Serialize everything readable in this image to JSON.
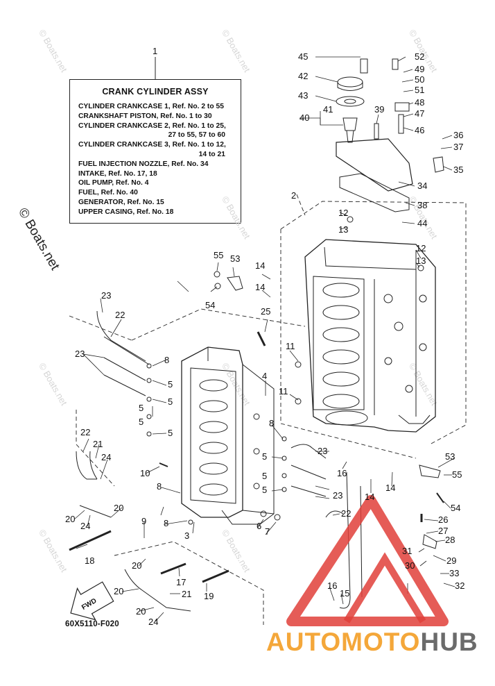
{
  "legend": {
    "callout": "1",
    "title": "CRANK CYLINDER ASSY",
    "lines": [
      "CYLINDER CRANKCASE 1,  Ref. No. 2 to 55",
      "CRANKSHAFT PISTON,  Ref. No. 1 to 30",
      "CYLINDER CRANKCASE 2,  Ref. No. 1 to 25,",
      "27 to 55, 57 to 60",
      "CYLINDER CRANKCASE 3,  Ref. No. 1 to 12,",
      "14 to 21",
      "FUEL INJECTION NOZZLE,  Ref. No. 34",
      "INTAKE,  Ref. No. 17, 18",
      "OIL PUMP,  Ref. No. 4",
      "FUEL,  Ref. No. 40",
      "GENERATOR,  Ref. No. 15",
      "UPPER CASING,  Ref. No. 18"
    ]
  },
  "drawing_code": "60X5110-F020",
  "fwd_label": "FWD",
  "watermark_text": "© Boats.net",
  "brand": {
    "part1": "AUTOMOTO",
    "part2": "HUB",
    "color1": "#f4a73a",
    "color2": "#6b6b6b",
    "logo_color": "#e0403a"
  },
  "callouts": [
    "1",
    "2",
    "3",
    "4",
    "5",
    "5",
    "5",
    "5",
    "5",
    "5",
    "5",
    "5",
    "6",
    "7",
    "8",
    "8",
    "8",
    "8",
    "9",
    "10",
    "11",
    "11",
    "12",
    "12",
    "13",
    "13",
    "14",
    "14",
    "14",
    "14",
    "15",
    "16",
    "16",
    "17",
    "18",
    "19",
    "20",
    "20",
    "20",
    "20",
    "20",
    "21",
    "21",
    "22",
    "22",
    "22",
    "23",
    "23",
    "23",
    "23",
    "24",
    "24",
    "24",
    "25",
    "26",
    "27",
    "28",
    "29",
    "30",
    "31",
    "32",
    "33",
    "34",
    "35",
    "36",
    "37",
    "38",
    "39",
    "40",
    "41",
    "42",
    "43",
    "44",
    "45",
    "46",
    "47",
    "48",
    "49",
    "50",
    "51",
    "52",
    "53",
    "53",
    "54",
    "54",
    "55",
    "55"
  ]
}
